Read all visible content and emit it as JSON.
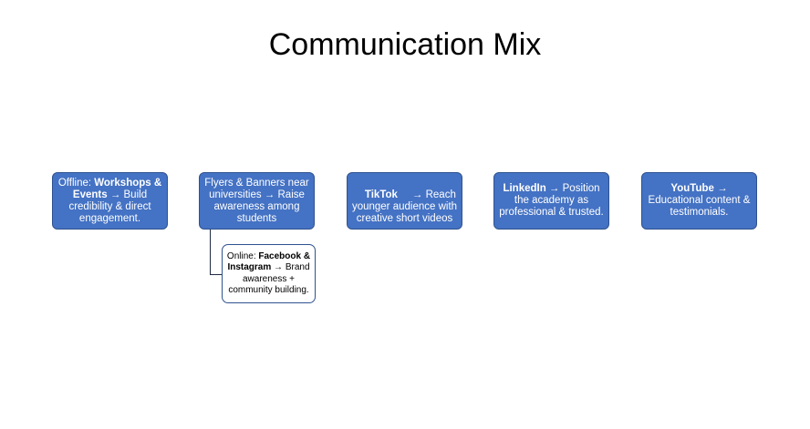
{
  "title": "Communication Mix",
  "boxes": [
    {
      "parts": [
        {
          "text": "Offline: ",
          "bold": false
        },
        {
          "text": "Workshops & Events",
          "bold": true
        },
        {
          "text": " → Build credibility & direct engagement.",
          "bold": false
        }
      ]
    },
    {
      "parts": [
        {
          "text": "Flyers & Banners near universities → Raise awareness among students",
          "bold": false
        },
        {
          "text": "",
          "bold": true
        },
        {
          "text": "",
          "bold": false
        }
      ]
    },
    {
      "parts": [
        {
          "text": "",
          "bold": false
        },
        {
          "text": "TikTok",
          "bold": true
        },
        {
          "text": "     → Reach younger audience with creative short videos",
          "bold": false
        }
      ]
    },
    {
      "parts": [
        {
          "text": "",
          "bold": false
        },
        {
          "text": "LinkedIn",
          "bold": true
        },
        {
          "text": " → Position the academy as professional & trusted.",
          "bold": false
        }
      ]
    },
    {
      "parts": [
        {
          "text": "",
          "bold": false
        },
        {
          "text": "YouTube",
          "bold": true
        },
        {
          "text": " → Educational content & testimonials.",
          "bold": false
        }
      ]
    }
  ],
  "child": {
    "parts": [
      {
        "text": "Online: ",
        "bold": false
      },
      {
        "text": "Facebook & Instagram",
        "bold": true
      },
      {
        "text": " → Brand awareness + community building.",
        "bold": false
      }
    ]
  },
  "colors": {
    "box": "#4472c4",
    "border": "#2f528f"
  }
}
